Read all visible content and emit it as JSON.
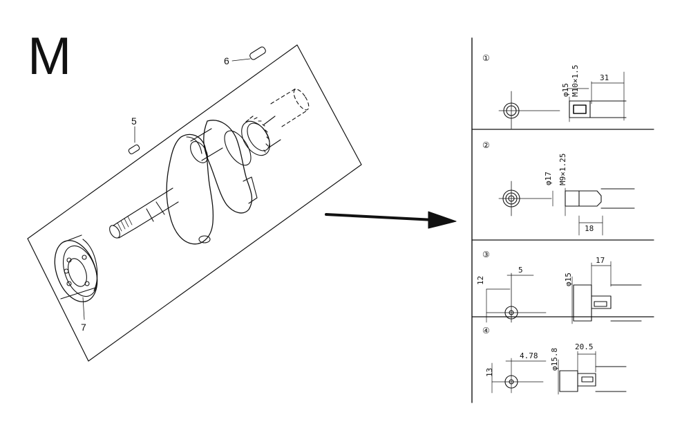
{
  "page": {
    "section_letter": "M"
  },
  "callouts": {
    "p5": "5",
    "p6": "6",
    "p7": "7"
  },
  "steps": [
    {
      "number": "①",
      "dims": {
        "diameter": "φ15",
        "thread": "M10×1.5",
        "length": "31"
      }
    },
    {
      "number": "②",
      "dims": {
        "diameter": "φ17",
        "thread": "M9×1.25",
        "length": "18"
      }
    },
    {
      "number": "③",
      "dims": {
        "height": "12",
        "width": "5",
        "diameter": "φ15",
        "length": "17"
      }
    },
    {
      "number": "④",
      "dims": {
        "height": "13",
        "width": "4.78",
        "diameter": "φ15.8",
        "length": "20.5"
      }
    }
  ],
  "colors": {
    "ink": "#111111",
    "paper": "#ffffff"
  }
}
